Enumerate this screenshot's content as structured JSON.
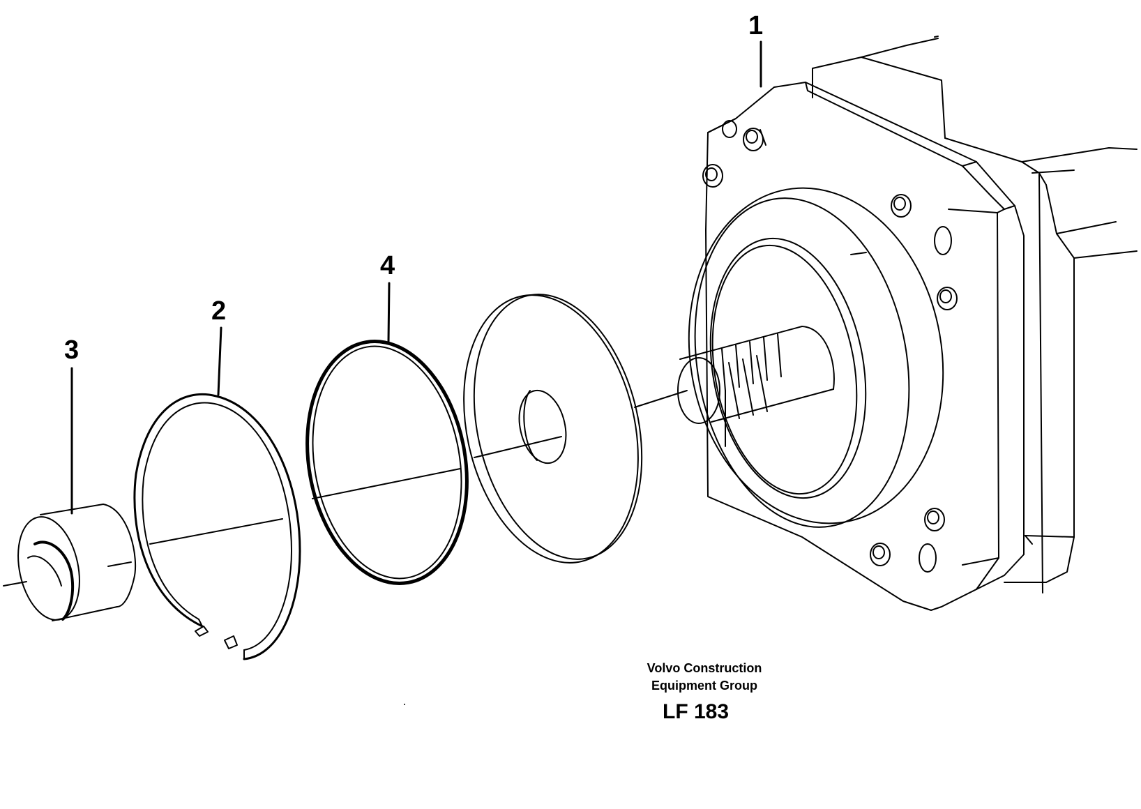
{
  "callouts": {
    "c1": "1",
    "c2": "2",
    "c3": "3",
    "c4": "4"
  },
  "caption": {
    "line1": "Volvo Construction",
    "line2": "Equipment Group"
  },
  "figure_code": "LF 183",
  "colors": {
    "ink": "#000000",
    "paper": "#ffffff"
  }
}
